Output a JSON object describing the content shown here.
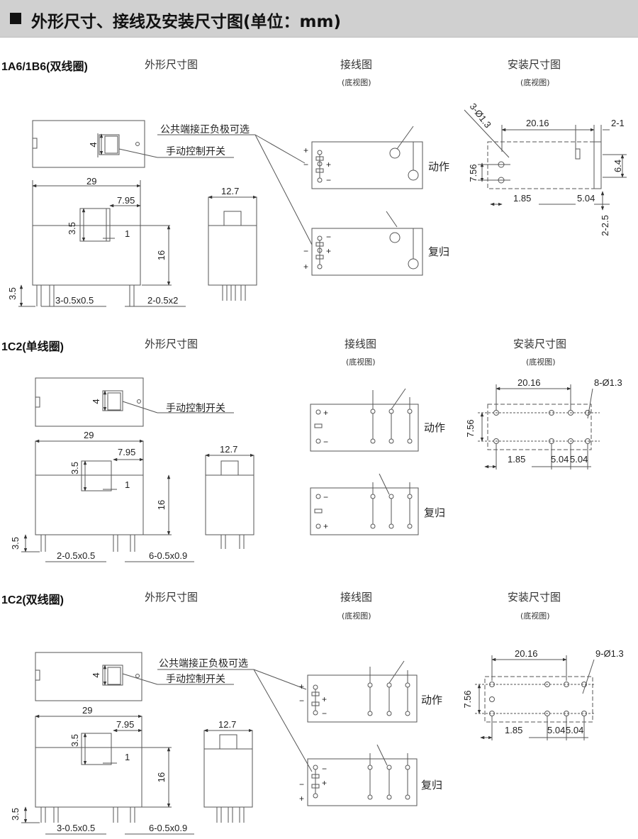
{
  "header": {
    "title": "外形尺寸、接线及安装尺寸图(单位：mm)"
  },
  "section_heads": {
    "outline": "外形尺寸图",
    "wiring": "接线图",
    "wiring_sub": "(底视图)",
    "mounting": "安装尺寸图",
    "mounting_sub": "(底视图)"
  },
  "sections": [
    {
      "name": "1A6/1B6(双线圈)",
      "callouts": {
        "common": "公共端接正负极可选",
        "manual": "手动控制开关"
      },
      "dims": {
        "w29": "29",
        "d795": "7.95",
        "d35": "3.5",
        "d1": "1",
        "d16": "16",
        "d4": "4",
        "d127": "12.7",
        "d35b": "3.5",
        "pins_a": "3-0.5x0.5",
        "pins_b": "2-0.5x2"
      },
      "wiring": {
        "state1": "动作",
        "state2": "复归",
        "plus": "+",
        "minus": "−"
      },
      "mount": {
        "holes": "3-Ø1.3",
        "w2016": "20.16",
        "d21": "2-1",
        "d756": "7.56",
        "d64": "6.4",
        "d185": "1.85",
        "d504": "5.04",
        "d225": "2-2.5"
      }
    },
    {
      "name": "1C2(单线圈)",
      "callouts": {
        "manual": "手动控制开关"
      },
      "dims": {
        "w29": "29",
        "d795": "7.95",
        "d35": "3.5",
        "d1": "1",
        "d16": "16",
        "d4": "4",
        "d127": "12.7",
        "d35b": "3.5",
        "pins_a": "2-0.5x0.5",
        "pins_b": "6-0.5x0.9"
      },
      "wiring": {
        "state1": "动作",
        "state2": "复归",
        "plus": "+",
        "minus": "−"
      },
      "mount": {
        "holes": "8-Ø1.3",
        "w2016": "20.16",
        "d756": "7.56",
        "d185": "1.85",
        "d504a": "5.04",
        "d504b": "5.04"
      }
    },
    {
      "name": "1C2(双线圈)",
      "callouts": {
        "common": "公共端接正负极可选",
        "manual": "手动控制开关"
      },
      "dims": {
        "w29": "29",
        "d795": "7.95",
        "d35": "3.5",
        "d1": "1",
        "d16": "16",
        "d4": "4",
        "d127": "12.7",
        "d35b": "3.5",
        "pins_a": "3-0.5x0.5",
        "pins_b": "6-0.5x0.9"
      },
      "wiring": {
        "state1": "动作",
        "state2": "复归",
        "plus": "+",
        "minus": "−"
      },
      "mount": {
        "holes": "9-Ø1.3",
        "w2016": "20.16",
        "d756": "7.56",
        "d185": "1.85",
        "d504a": "5.04",
        "d504b": "5.04"
      }
    }
  ]
}
